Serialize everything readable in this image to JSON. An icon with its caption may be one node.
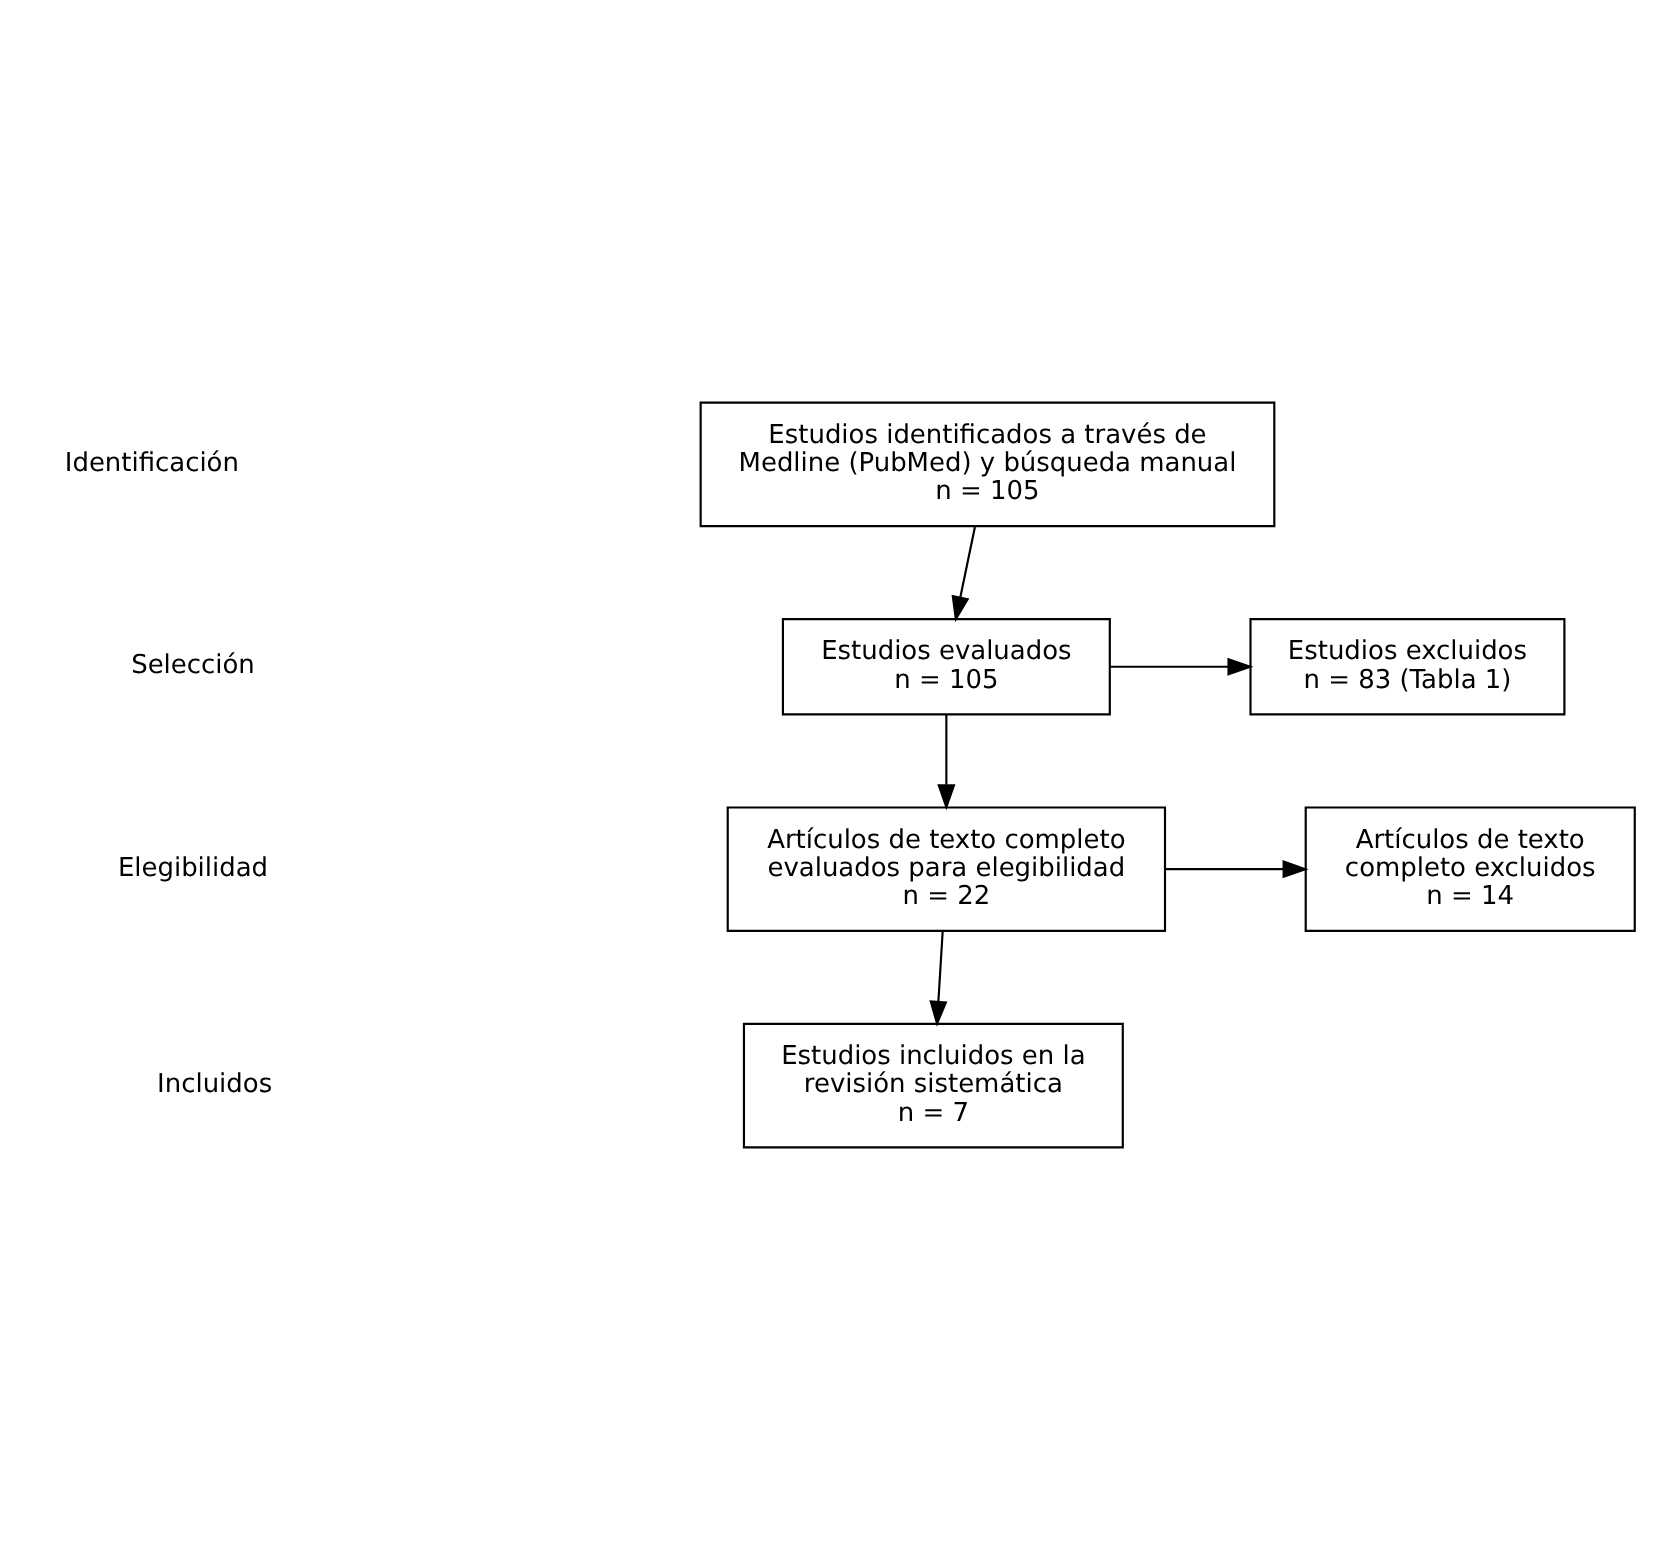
{
  "diagram": {
    "nodes": [
      {
        "text": [
          "Estudios identificados a través de Medline (PubMed) y búsqueda manual",
          "n = 105"
        ]
      },
      {
        "text": [
          "Estudios evaluados",
          "n = 105"
        ]
      },
      {
        "text": [
          "Estudios excluidos",
          "n = 83 (Tabla 1)"
        ]
      },
      {
        "text": [
          "Artículos de texto completo evaluados para elegibilidad",
          "n = 22"
        ]
      },
      {
        "text": [
          "Artículos de texto completo excluidos",
          "n = 14"
        ]
      },
      {
        "text": [
          "Estudios incluidos en la revisión sistemática",
          "n = 7"
        ]
      }
    ],
    "edges": [
      {
        "from": 0,
        "to": 1,
        "arrow": "to"
      },
      {
        "from": 1,
        "to": 2,
        "arrow": "to"
      },
      {
        "from": 1,
        "to": 3,
        "arrow": "to"
      },
      {
        "from": 3,
        "to": 4,
        "arrow": "to"
      },
      {
        "from": 3,
        "to": 5,
        "arrow": "to"
      }
    ],
    "labels": [
      "Identificación",
      "Selección",
      "Elegibilidad",
      "Incluidos"
    ]
  }
}
